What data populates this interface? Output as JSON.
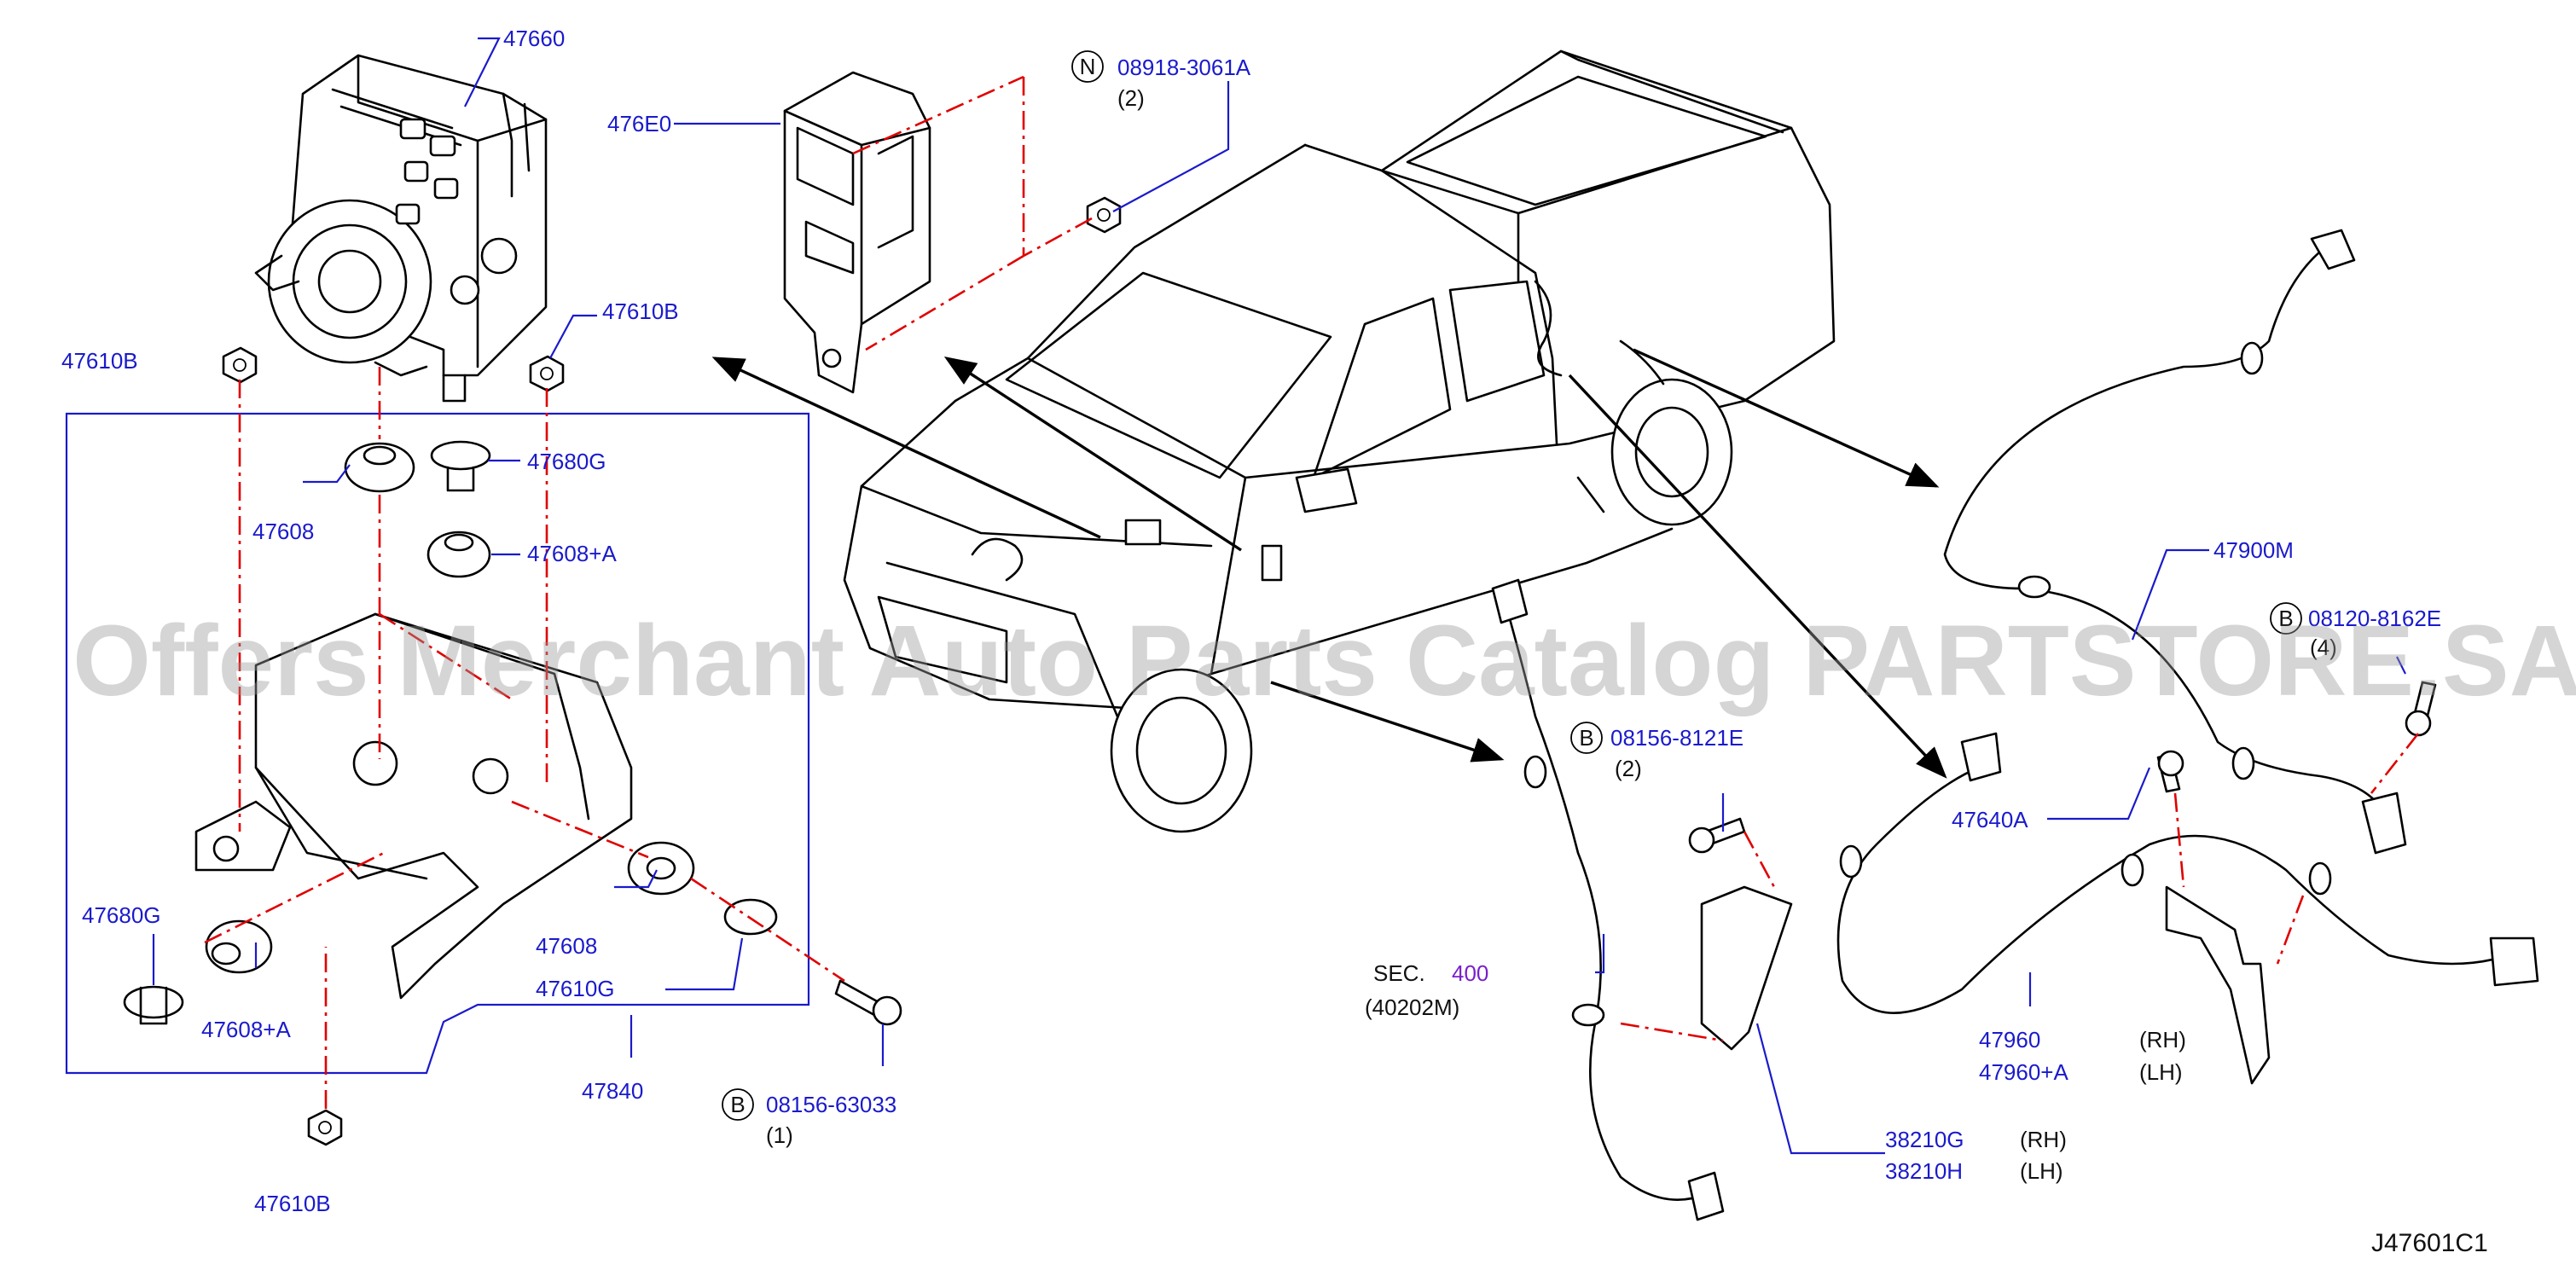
{
  "watermark": "Offers Merchant Auto Parts Catalog PARTSTORE.SA",
  "diagram_code": "J47601C1",
  "labels": {
    "l47660": "47660",
    "l476E0": "476E0",
    "l47610B_top_left": "47610B",
    "l47610B_top_right": "47610B",
    "l47680G_top": "47680G",
    "l47608_top": "47608",
    "l47608A_top": "47608+A",
    "l47680G_left": "47680G",
    "l47608A_left": "47608+A",
    "l47608_right": "47608",
    "l47610G": "47610G",
    "l47840": "47840",
    "l47610B_bottom": "47610B",
    "l47900M": "47900M",
    "l47640A": "47640A",
    "l47960": "47960",
    "l47960A": "47960+A",
    "l38210G": "38210G",
    "l38210H": "38210H",
    "sec_prefix": "SEC.",
    "sec_number": "400",
    "sec_ref": "(40202M)"
  },
  "notes": {
    "side_rh_1": "(RH)",
    "side_lh_1": "(LH)",
    "side_rh_2": "(RH)",
    "side_lh_2": "(LH)"
  },
  "fasteners": {
    "n_letter": "N",
    "n_part": "08918-3061A",
    "n_qty": "(2)",
    "b1_letter": "B",
    "b1_part": "08156-8121E",
    "b1_qty": "(2)",
    "b2_letter": "B",
    "b2_part": "08120-8162E",
    "b2_qty": "(4)",
    "b3_letter": "B",
    "b3_part": "08156-63033",
    "b3_qty": "(1)"
  }
}
